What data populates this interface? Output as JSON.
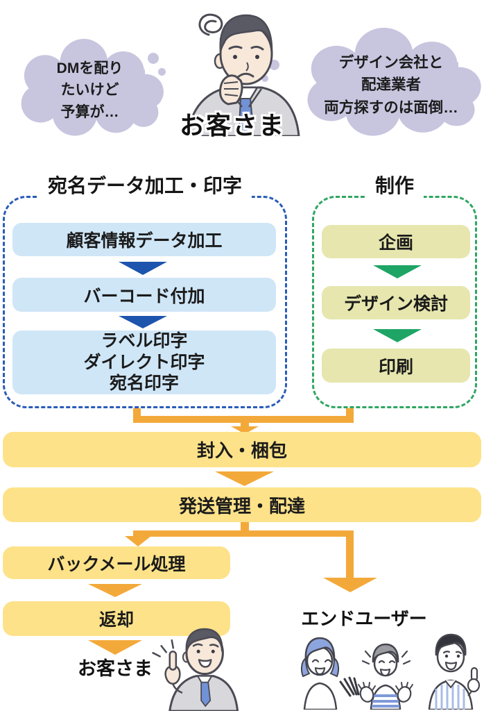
{
  "colors": {
    "bubble_lavender": "#c8c5df",
    "blue_step_box": "#cfe6f7",
    "blue_arrow": "#1d54ad",
    "blue_dashed_border": "#2a5cb9",
    "khaki_step_box": "#e6e6ae",
    "green_arrow": "#1ea565",
    "green_dashed_border": "#2fa661",
    "yellow_flow_box": "#fde289",
    "orange_connector": "#f3a93a"
  },
  "top": {
    "left_bubble": [
      "DMを配り",
      "たいけど",
      "予算が…"
    ],
    "right_bubble": [
      "デザイン会社と",
      "配達業者",
      "両方探すのは面倒…"
    ],
    "customer_label": "お客さま"
  },
  "addressing": {
    "title": "宛名データ加工・印字",
    "step1": "顧客情報データ加工",
    "step2": "バーコード付加",
    "step3_lines": [
      "ラベル印字",
      "ダイレクト印字",
      "宛名印字"
    ]
  },
  "production": {
    "title": "制作",
    "step1": "企画",
    "step2": "デザイン検討",
    "step3": "印刷"
  },
  "fulfillment": {
    "step1": "封入・梱包",
    "step2": "発送管理・配達"
  },
  "returns": {
    "step1": "バックメール処理",
    "step2": "返却",
    "customer_label": "お客さま"
  },
  "delivery": {
    "end_user_label": "エンドユーザー"
  }
}
